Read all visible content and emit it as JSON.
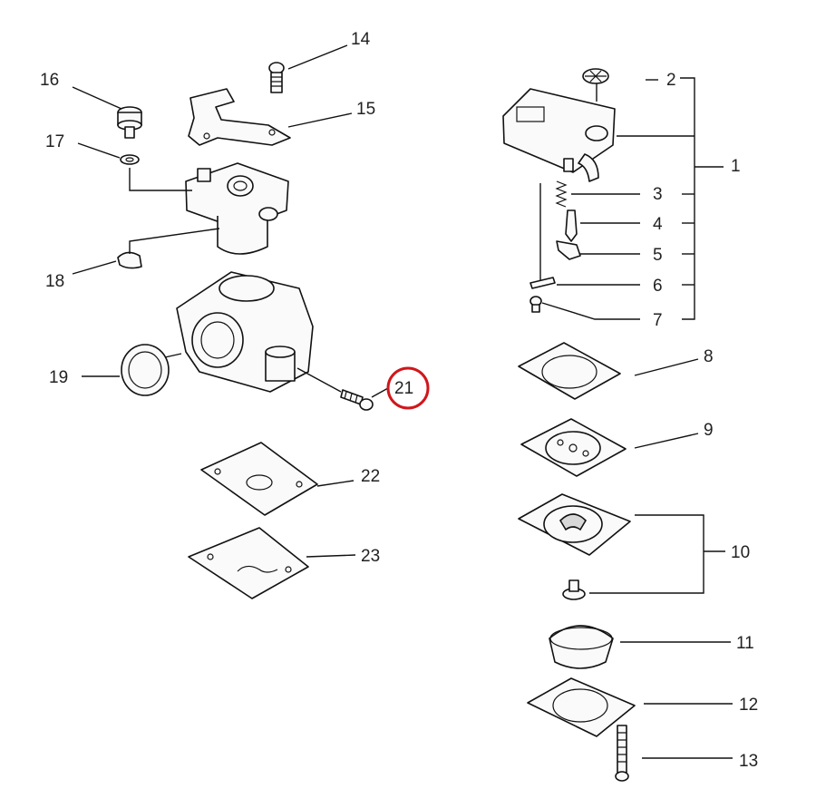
{
  "highlight_color": "#d0161b",
  "callouts": {
    "c1": "1",
    "c2": "2",
    "c3": "3",
    "c4": "4",
    "c5": "5",
    "c6": "6",
    "c7": "7",
    "c8": "8",
    "c9": "9",
    "c10": "10",
    "c11": "11",
    "c12": "12",
    "c13": "13",
    "c14": "14",
    "c15": "15",
    "c16": "16",
    "c17": "17",
    "c18": "18",
    "c19": "19",
    "c21": "21",
    "c22": "22",
    "c23": "23"
  },
  "highlighted_part": "21"
}
